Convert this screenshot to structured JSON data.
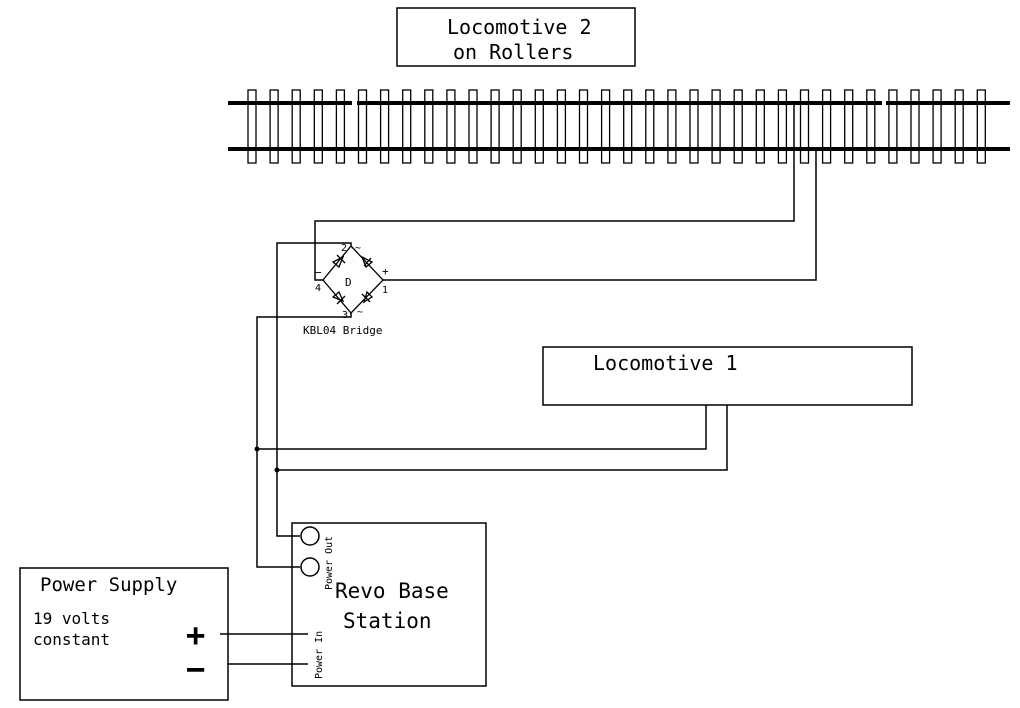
{
  "loco2": {
    "line1": "Locomotive 2",
    "line2": "on Rollers"
  },
  "loco1": {
    "label": "Locomotive 1"
  },
  "bridge": {
    "label": "KBL04 Bridge",
    "center_mark": "D",
    "pin_top": "2",
    "pin_bottom": "3",
    "pin_left": "4",
    "pin_right": "1",
    "ac_top": "~",
    "ac_bottom": "~",
    "minus": "−",
    "plus": "+"
  },
  "base_station": {
    "line1": "Revo Base",
    "line2": "Station",
    "power_out": "Power Out",
    "power_in": "Power In"
  },
  "power_supply": {
    "title": "Power Supply",
    "line1": "19 volts",
    "line2": "constant",
    "plus": "+",
    "minus": "−"
  },
  "colors": {
    "ink": "#000000",
    "background": "#ffffff"
  }
}
